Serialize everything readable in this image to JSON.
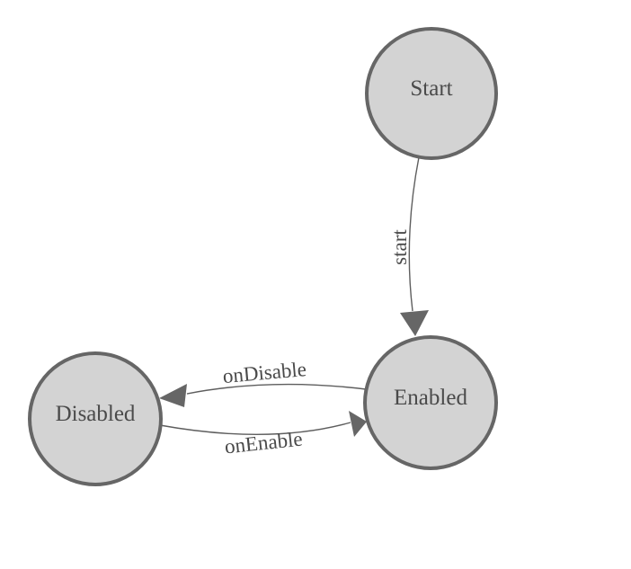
{
  "diagram": {
    "type": "state-machine",
    "nodes": [
      {
        "id": "start",
        "label": "Start"
      },
      {
        "id": "enabled",
        "label": "Enabled"
      },
      {
        "id": "disabled",
        "label": "Disabled"
      }
    ],
    "edges": [
      {
        "from": "start",
        "to": "enabled",
        "label": "start"
      },
      {
        "from": "enabled",
        "to": "disabled",
        "label": "onDisable"
      },
      {
        "from": "disabled",
        "to": "enabled",
        "label": "onEnable"
      }
    ]
  },
  "colors": {
    "background": "#ffffff",
    "node_fill": "#d3d3d3",
    "node_stroke": "#666666",
    "edge_stroke": "#5e5e5e",
    "arrow_fill": "#666666",
    "label_color": "#4a4a4a"
  }
}
